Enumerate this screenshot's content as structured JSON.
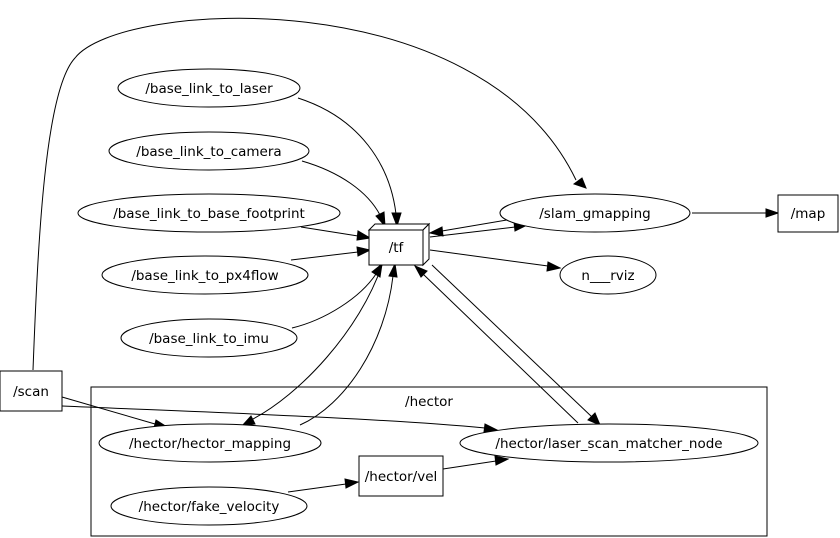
{
  "cluster": {
    "label": "/hector"
  },
  "nodes": {
    "base_link_to_laser": "/base_link_to_laser",
    "base_link_to_camera": "/base_link_to_camera",
    "base_link_to_base_footprint": "/base_link_to_base_footprint",
    "base_link_to_px4flow": "/base_link_to_px4flow",
    "base_link_to_imu": "/base_link_to_imu",
    "tf": "/tf",
    "slam_gmapping": "/slam_gmapping",
    "map": "/map",
    "rviz": "n___rviz",
    "scan": "/scan",
    "hector_mapping": "/hector/hector_mapping",
    "laser_scan_matcher_node": "/hector/laser_scan_matcher_node",
    "hector_vel": "/hector/vel",
    "fake_velocity": "/hector/fake_velocity"
  }
}
